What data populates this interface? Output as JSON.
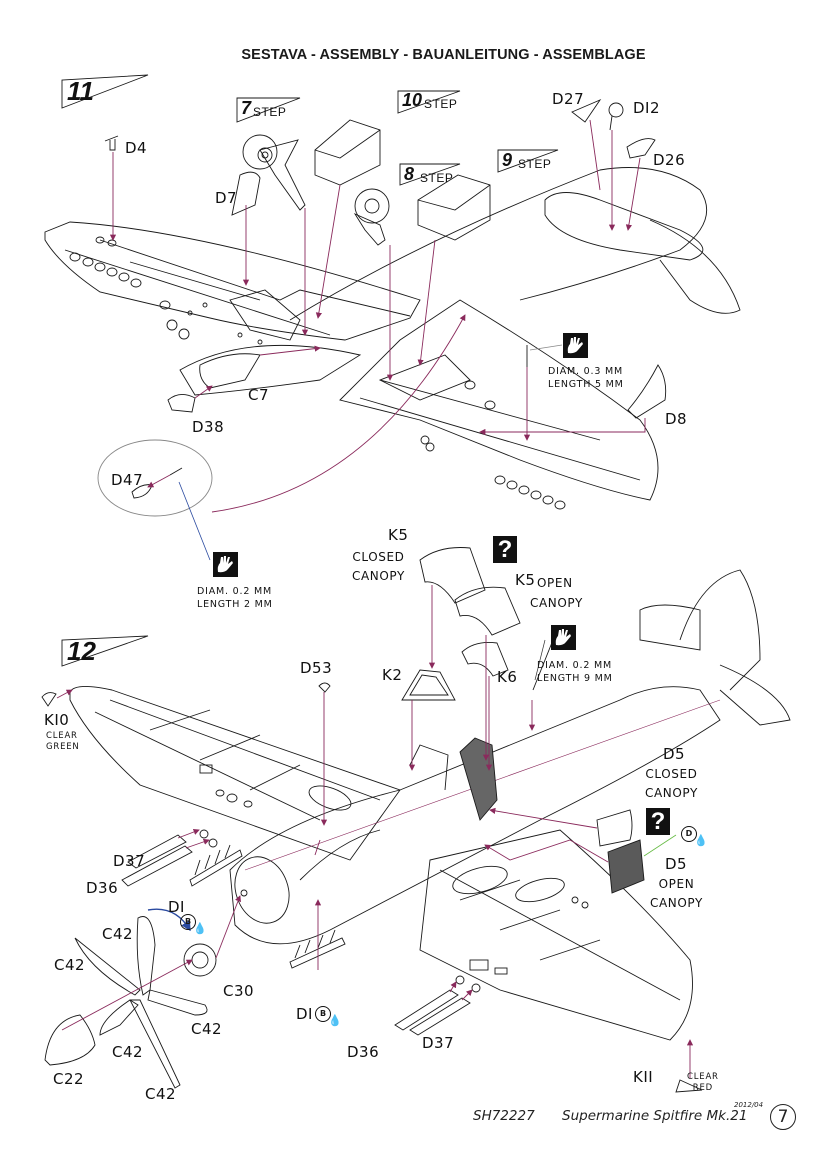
{
  "header": {
    "title": "SESTAVA -  ASSEMBLY - BAUANLEITUNG - ASSEMBLAGE"
  },
  "colors": {
    "arrow": "#8a2a5c",
    "line": "#1a1a1a",
    "paint_line": "#66bb44",
    "rotate_arrow": "#2a4aa0",
    "fill_grey": "#5a5a5a"
  },
  "step11": {
    "number": "11",
    "sub_steps": [
      {
        "number": "7",
        "label": "STEP"
      },
      {
        "number": "10",
        "label": "STEP"
      },
      {
        "number": "8",
        "label": "STEP"
      },
      {
        "number": "9",
        "label": "STEP"
      }
    ],
    "parts": {
      "d4": "D4",
      "d7": "D7",
      "d27": "D27",
      "d12": "DI2",
      "d26": "D26",
      "c7": "C7",
      "d38": "D38",
      "d8": "D8",
      "d47": "D47"
    },
    "notes": [
      {
        "icon": "hand-icon",
        "line1": "DIAM. 0.3 MM",
        "line2": "LENGTH 5 MM"
      },
      {
        "icon": "hand-icon",
        "line1": "DIAM. 0.2 MM",
        "line2": "LENGTH 2 MM"
      }
    ]
  },
  "step12": {
    "number": "12",
    "parts": {
      "k5_closed": "K5",
      "k5_closed_sub1": "CLOSED",
      "k5_closed_sub2": "CANOPY",
      "k5_open": "K5",
      "k5_open_sub1": "OPEN",
      "k5_open_sub2": "CANOPY",
      "k2": "K2",
      "k6": "K6",
      "k10": "KI0",
      "k10_sub1": "CLEAR",
      "k10_sub2": "GREEN",
      "d53": "D53",
      "d5_closed": "D5",
      "d5_closed_sub1": "CLOSED",
      "d5_closed_sub2": "CANOPY",
      "d5_open": "D5",
      "d5_open_sub1": "OPEN",
      "d5_open_sub2": "CANOPY",
      "d37_left": "D37",
      "d36_left": "D36",
      "d1_top": "DI",
      "d1_bottom": "DI",
      "c42_a": "C42",
      "c42_b": "C42",
      "c42_c": "C42",
      "c42_d": "C42",
      "c42_e": "C42",
      "c30": "C30",
      "c22": "C22",
      "d36_right": "D36",
      "d37_right": "D37",
      "k11": "KII",
      "k11_sub1": "CLEAR",
      "k11_sub2": "RED"
    },
    "paint_badges": {
      "d1": "B",
      "d5": "D"
    },
    "question_mark": "?",
    "note": {
      "icon": "hand-icon",
      "line1": "DIAM. 0.2 MM",
      "line2": "LENGTH 9 MM"
    }
  },
  "footer": {
    "product_code": "SH72227",
    "model_name": "Supermarine Spitfire Mk.21",
    "date": "2012/04",
    "page_number": "7"
  }
}
